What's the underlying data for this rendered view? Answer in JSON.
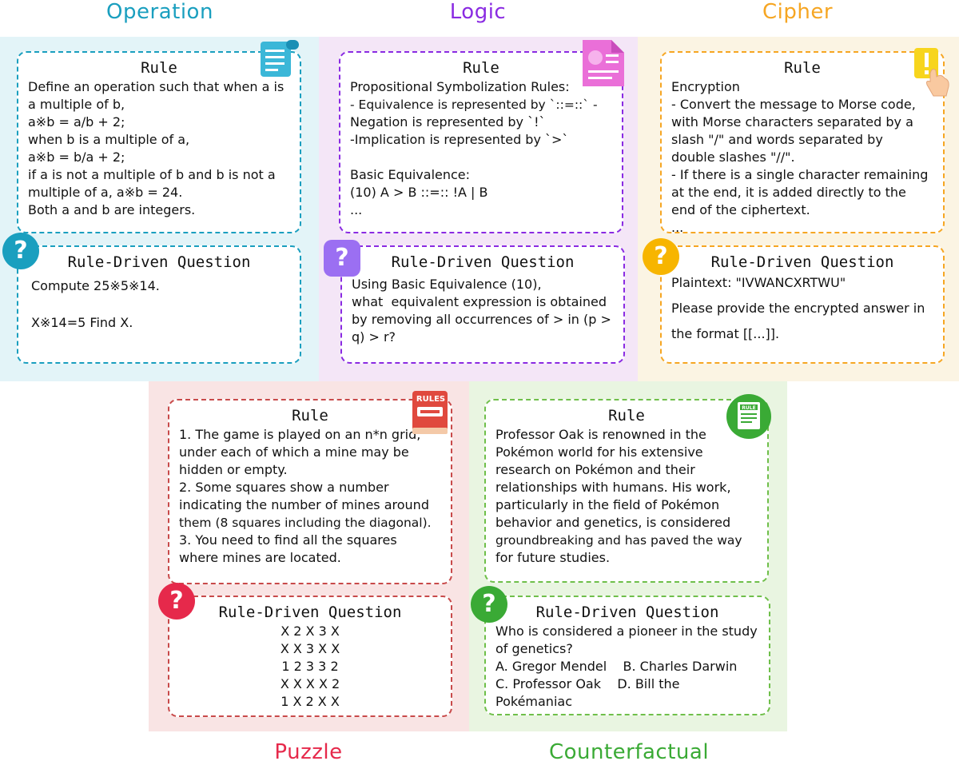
{
  "colors": {
    "operation": "#1a9fbf",
    "logic": "#8a2be2",
    "cipher": "#f6a623",
    "puzzle": "#e6294b",
    "counterfactual": "#3aaa35"
  },
  "titles": {
    "operation": "Operation",
    "logic": "Logic",
    "cipher": "Cipher",
    "puzzle": "Puzzle",
    "counterfactual": "Counterfactual"
  },
  "rule_label": "Rule",
  "question_label": "Rule-Driven Question",
  "operation": {
    "rule": [
      "Define an operation such that when a is",
      "a multiple of b,",
      "a※b = a/b + 2;",
      "when b is a multiple of a,",
      "a※b = b/a + 2;",
      "if a is not a multiple of b and b is not a",
      "multiple of a, a※b = 24.",
      "Both a and b are integers."
    ],
    "question": [
      "Compute 25※5※14.",
      "X※14=5 Find X."
    ]
  },
  "logic": {
    "rule": [
      "Propositional Symbolization Rules:",
      "- Equivalence is represented by `::=::` -",
      "Negation is represented by `!`",
      "-Implication is represented by `>`",
      "",
      "Basic Equivalence:",
      "(10) A > B ::=:: !A | B",
      "..."
    ],
    "question": [
      "Using Basic Equivalence (10),",
      "what  equivalent expression is obtained",
      "by removing all occurrences of > in (p >",
      "q) > r?"
    ]
  },
  "cipher": {
    "rule": [
      "Encryption",
      "- Convert the message to Morse code,",
      "with Morse characters separated by a",
      "slash \"/\" and words separated by",
      "double slashes \"//\".",
      "- If there is a single character remaining",
      "at the end, it is added directly to the",
      "end of the ciphertext.",
      "..."
    ],
    "question": [
      "Plaintext: \"IVWANCXRTWU\"",
      "Please provide the encrypted answer in",
      "the format [[...]]."
    ]
  },
  "puzzle": {
    "icon_text": "RULES",
    "rule": [
      "1. The game is played on an n*n grid,",
      "under each of which a mine may be",
      "hidden or empty.",
      "2. Some squares show a number",
      "indicating the number of mines around",
      "them (8 squares including the diagonal).",
      "3. You need to find all the squares",
      "where mines are located."
    ],
    "question": [
      "X 2 X 3 X",
      "X X 3 X X",
      "1 2 3 3 2",
      "X X X X 2",
      "1 X 2 X X"
    ]
  },
  "counterfactual": {
    "icon_text": "RULE",
    "rule": [
      "Professor Oak is renowned in the",
      "Pokémon world for his extensive",
      "research on Pokémon and their",
      "relationships with humans. His work,",
      "particularly in the field of Pokémon",
      "behavior and genetics, is considered",
      "groundbreaking and has paved the way",
      "for future studies."
    ],
    "question": [
      "Who is considered a pioneer in the study",
      "of genetics?",
      "A. Gregor Mendel    B. Charles Darwin",
      "C. Professor Oak    D. Bill the Pokémaniac"
    ]
  }
}
